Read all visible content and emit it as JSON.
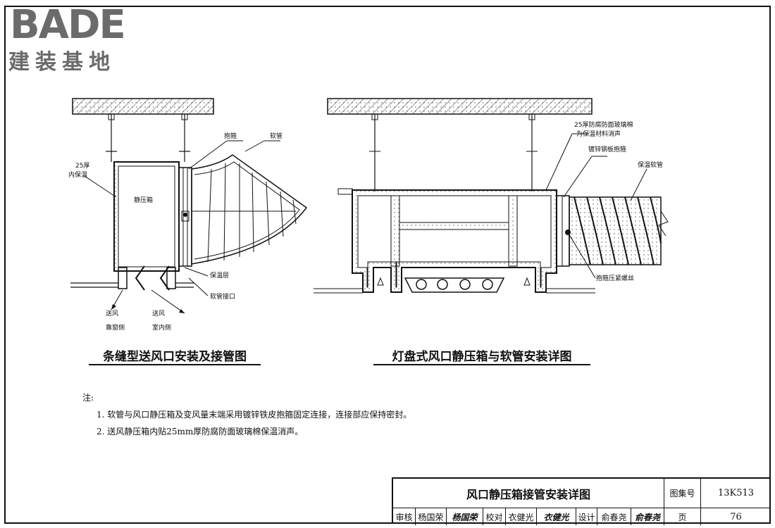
{
  "logo": {
    "main": "BADE",
    "sub": "建装基地"
  },
  "left_diagram": {
    "labels": {
      "hoop": "抱箍",
      "flex_duct": "软管",
      "insulation_25": "25厚",
      "insulation_25b": "内保温",
      "plenum": "静压箱",
      "insulation_layer": "保温层",
      "duct_joint": "软管接口",
      "supply_window_1": "送风",
      "supply_window_2": "靠窗侧",
      "supply_room_1": "送风",
      "supply_room_2": "室内侧"
    },
    "title": "条缝型送风口安装及接管图"
  },
  "right_diagram": {
    "labels": {
      "glass_wool_1": "25厚防腐防面玻璃棉",
      "glass_wool_2": "为保温材料消声",
      "steel_hoop": "镀锌钢板抱箍",
      "insulated_duct": "保温软管",
      "hoop_bolt": "抱箍压紧螺丝"
    },
    "title": "灯盘式风口静压箱与软管安装详图"
  },
  "notes": {
    "heading": "注:",
    "items": [
      "1. 软管与风口静压箱及变风量末端采用镀锌铁皮抱箍固定连接，连接部应保持密封。",
      "2. 送风静压箱内贴25mm厚防腐防面玻璃棉保温消声。"
    ]
  },
  "title_block": {
    "drawing_title": "风口静压箱接管安装详图",
    "atlas_label": "图集号",
    "atlas_no": "13K513",
    "page_label": "页",
    "page_no": "76",
    "review_label": "审核",
    "review_name": "杨国荣",
    "review_sig": "杨国荣",
    "check_label": "校对",
    "check_name": "衣健光",
    "check_sig": "衣健光",
    "design_label": "设计",
    "design_name": "俞春尧",
    "design_sig": "俞春尧"
  }
}
